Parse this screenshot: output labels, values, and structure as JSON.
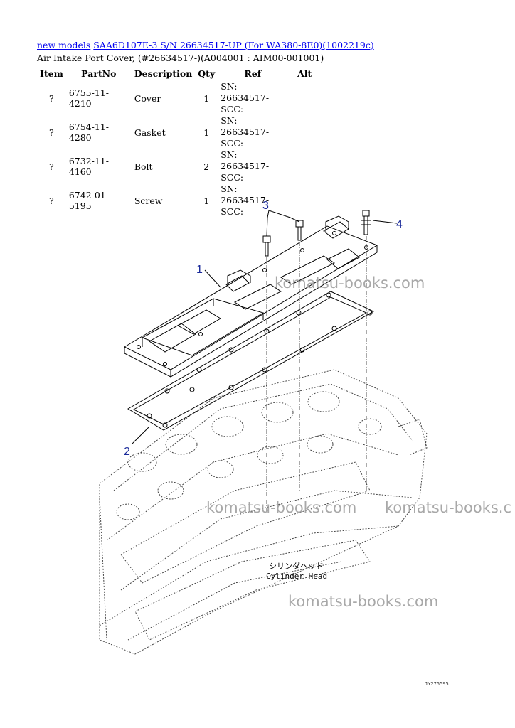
{
  "breadcrumb": {
    "link1": "new models",
    "link2": "SAA6D107E-3 S/N 26634517-UP (For WA380-8E0)(1002219c)"
  },
  "subtitle": "Air Intake Port Cover, (#26634517-)(A004001 : AIM00-001001)",
  "table": {
    "headers": [
      "Item",
      "PartNo",
      "Description",
      "Qty",
      "Ref",
      "Alt"
    ],
    "rows": [
      {
        "item": "?",
        "part_no": "6755-11-4210",
        "description": "Cover",
        "qty": "1",
        "ref_line1": "SN: 26634517-",
        "ref_line2": "SCC:",
        "alt": ""
      },
      {
        "item": "?",
        "part_no": "6754-11-4280",
        "description": "Gasket",
        "qty": "1",
        "ref_line1": "SN: 26634517-",
        "ref_line2": "SCC:",
        "alt": ""
      },
      {
        "item": "?",
        "part_no": "6732-11-4160",
        "description": "Bolt",
        "qty": "2",
        "ref_line1": "SN: 26634517-",
        "ref_line2": "SCC:",
        "alt": ""
      },
      {
        "item": "?",
        "part_no": "6742-01-5195",
        "description": "Screw",
        "qty": "1",
        "ref_line1": "SN: 26634517-",
        "ref_line2": "SCC:",
        "alt": ""
      }
    ]
  },
  "diagram": {
    "callouts": [
      "1",
      "2",
      "3",
      "4"
    ],
    "label_jp": "シリンダヘッド",
    "label_en": "Cylinder Head",
    "drawing_no": "JY275595"
  },
  "watermarks": [
    "komatsu-books.com",
    "komatsu-books.com",
    "komatsu-books.c",
    "komatsu-books.com"
  ],
  "colors": {
    "link": "#0000ee",
    "callout": "#1a2a9a",
    "watermark": "#9a9a9a"
  }
}
